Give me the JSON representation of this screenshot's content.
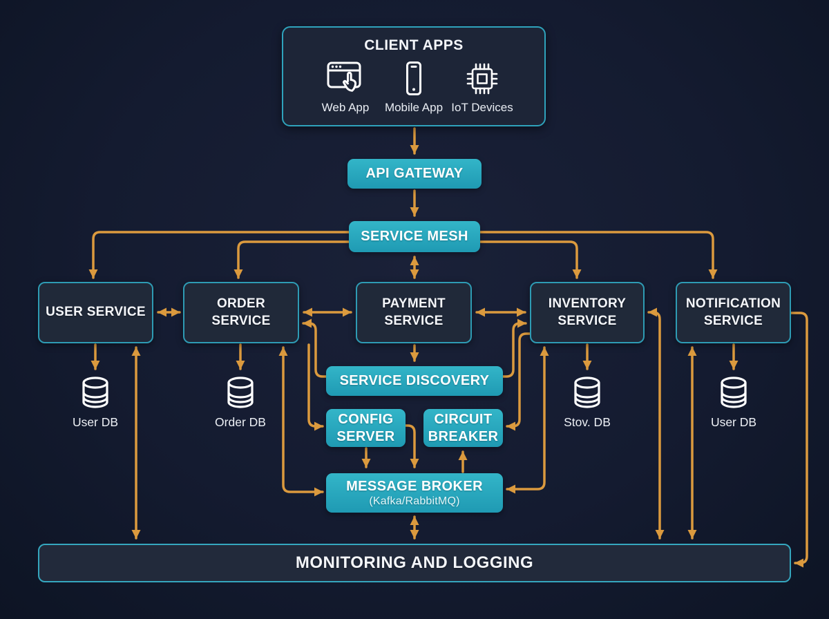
{
  "client_apps": {
    "title": "CLIENT APPS",
    "items": [
      {
        "icon": "web-app-icon",
        "label": "Web App"
      },
      {
        "icon": "mobile-app-icon",
        "label": "Mobile App"
      },
      {
        "icon": "iot-devices-icon",
        "label": "IoT Devices"
      }
    ]
  },
  "nodes": {
    "api_gateway": "API GATEWAY",
    "service_mesh": "SERVICE MESH",
    "user_service": "USER SERVICE",
    "order_service": "ORDER SERVICE",
    "payment_service": "PAYMENT SERVICE",
    "inventory_service": "INVENTORY SERVICE",
    "notification_service": "NOTIFICATION SERVICE",
    "service_discovery": "SERVICE DISCOVERY",
    "config_server": "CONFIG SERVER",
    "circuit_breaker": "CIRCUIT BREAKER",
    "message_broker_title": "MESSAGE BROKER",
    "message_broker_subtitle": "(Kafka/RabbitMQ)",
    "monitoring": "MONITORING AND LOGGING"
  },
  "databases": [
    {
      "icon": "database-icon",
      "label": "User DB"
    },
    {
      "icon": "database-icon",
      "label": "Order DB"
    },
    {
      "icon": "database-icon",
      "label": "Stov. DB"
    },
    {
      "icon": "database-icon",
      "label": "User DB"
    }
  ],
  "colors": {
    "background": "#141B30",
    "accent_teal": "#2BAAC0",
    "node_fill": "#202939",
    "node_border": "#2E9BB4",
    "arrow": "#DB9A3E",
    "text": "#F4F6FA"
  },
  "edges": [
    {
      "from": "client-apps",
      "to": "api-gateway",
      "bidirectional": false
    },
    {
      "from": "api-gateway",
      "to": "service-mesh",
      "bidirectional": false
    },
    {
      "from": "service-mesh",
      "to": "payment-service",
      "bidirectional": true
    },
    {
      "from": "service-mesh",
      "to": "user-service",
      "bidirectional": false
    },
    {
      "from": "service-mesh",
      "to": "order-service",
      "bidirectional": false
    },
    {
      "from": "service-mesh",
      "to": "notification-service",
      "bidirectional": false
    },
    {
      "from": "service-mesh",
      "to": "inventory-service",
      "bidirectional": false
    },
    {
      "from": "user-service",
      "to": "order-service",
      "bidirectional": true
    },
    {
      "from": "order-service",
      "to": "payment-service",
      "bidirectional": true
    },
    {
      "from": "payment-service",
      "to": "inventory-service",
      "bidirectional": true
    },
    {
      "from": "payment-service",
      "to": "service-discovery",
      "bidirectional": false
    },
    {
      "from": "service-discovery",
      "to": "order-service",
      "bidirectional": false
    },
    {
      "from": "service-discovery",
      "to": "inventory-service",
      "bidirectional": false
    },
    {
      "from": "order-service",
      "to": "config-server",
      "bidirectional": false
    },
    {
      "from": "order-service",
      "to": "message-broker",
      "bidirectional": true
    },
    {
      "from": "inventory-service",
      "to": "circuit-breaker",
      "bidirectional": false
    },
    {
      "from": "inventory-service",
      "to": "message-broker",
      "bidirectional": true
    },
    {
      "from": "config-server",
      "to": "message-broker",
      "via": "left",
      "bidirectional": false
    },
    {
      "from": "config-server",
      "to": "message-broker",
      "via": "right",
      "bidirectional": false
    },
    {
      "from": "message-broker",
      "to": "circuit-breaker",
      "bidirectional": false
    },
    {
      "from": "message-broker",
      "to": "monitoring",
      "bidirectional": true
    },
    {
      "from": "user-service",
      "to": "user-db",
      "bidirectional": false
    },
    {
      "from": "order-service",
      "to": "order-db",
      "bidirectional": false
    },
    {
      "from": "inventory-service",
      "to": "stov-db",
      "bidirectional": false
    },
    {
      "from": "notification-service",
      "to": "user-db-2",
      "bidirectional": false
    },
    {
      "from": "user-service",
      "to": "monitoring",
      "bidirectional": true
    },
    {
      "from": "inventory-service",
      "to": "monitoring",
      "bidirectional": true
    },
    {
      "from": "notification-service",
      "to": "monitoring",
      "bidirectional": true
    },
    {
      "from": "notification-service",
      "to": "monitoring",
      "via": "right-edge",
      "bidirectional": false
    }
  ]
}
